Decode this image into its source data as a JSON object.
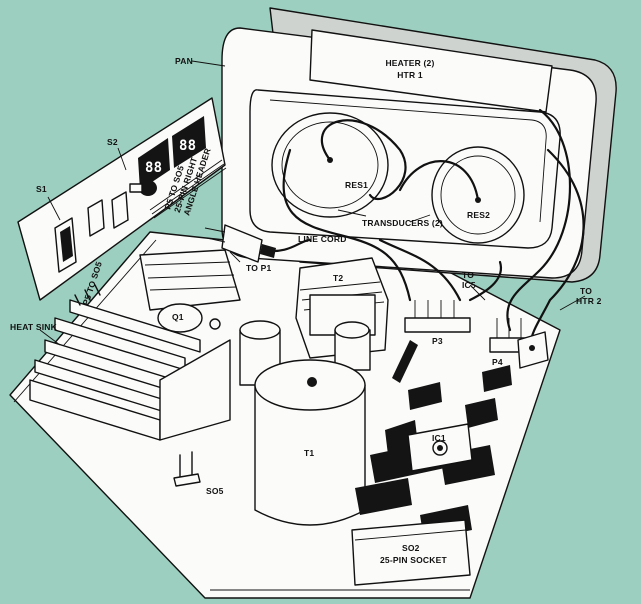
{
  "labels": {
    "pan": "PAN",
    "heater_line1": "HEATER (2)",
    "heater_line2": "HTR 1",
    "s2": "S2",
    "s1": "S1",
    "p5_header_line1": "P5 TO SO5",
    "p5_header_line2": "25-PIN RIGHT",
    "p5_header_line3": "ANGLE HEADER",
    "res1": "RES1",
    "res2": "RES2",
    "transducers": "TRANSDUCERS (2)",
    "line_cord": "LINE CORD",
    "to_p1": "TO P1",
    "t2": "T2",
    "to_ic5_line1": "TO",
    "to_ic5_line2": "IC5",
    "to_htr2_line1": "TO",
    "to_htr2_line2": "HTR 2",
    "p5_to_so5": "P5 TO SO5",
    "heat_sink": "HEAT SINK",
    "q1": "Q1",
    "p3": "P3",
    "p4": "P4",
    "ic1": "IC1",
    "t1": "T1",
    "so5": "SO5",
    "so2": "SO2",
    "socket_25pin": "25-PIN SOCKET"
  },
  "display_digits": {
    "digit1": "88",
    "digit2": "88"
  },
  "colors": {
    "background": "#9ccfbf",
    "line": "#111111",
    "part_white": "#fbfbfa",
    "part_black": "#141414"
  }
}
